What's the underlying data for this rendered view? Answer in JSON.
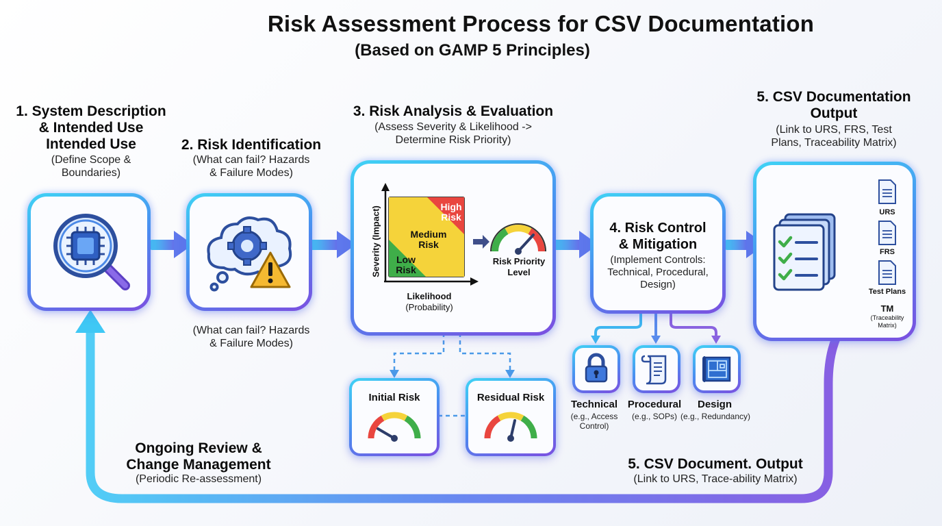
{
  "title": "Risk Assessment Process for CSV Documentation",
  "subtitle": "(Based on GAMP 5 Principles)",
  "steps": {
    "s1": {
      "title_lines": [
        "1. System Description",
        "& Intended Use",
        "Intended Use"
      ],
      "desc_lines": [
        "(Define Scope &",
        "Boundaries)"
      ],
      "icon": "magnifier-chip-icon"
    },
    "s2": {
      "title": "2. Risk Identification",
      "desc_lines": [
        "(What can fail? Hazards",
        "& Failure Modes)"
      ],
      "desc_below_lines": [
        "(What can fail? Hazards",
        "& Failure Modes)"
      ],
      "icon": "thought-gear-warning-icon"
    },
    "s3": {
      "title": "3. Risk Analysis & Evaluation",
      "desc_lines": [
        "(Assess Severity & Likelihood ->",
        "Determine Risk Priority)"
      ],
      "matrix": {
        "y_axis": "Severity (Impact)",
        "x_axis_lines": [
          "Likelihood",
          "(Probability)"
        ],
        "zones": [
          {
            "lines": [
              "High",
              "Risk"
            ],
            "color": "#e9463f"
          },
          {
            "lines": [
              "Medium",
              "Risk"
            ],
            "color": "#f5d33a"
          },
          {
            "lines": [
              "Low",
              "Risk"
            ],
            "color": "#3fae49"
          }
        ]
      },
      "gauge_label_lines": [
        "Risk Priority",
        "Level"
      ]
    },
    "s4": {
      "title_lines": [
        "4. Risk Control",
        "& Mitigation"
      ],
      "desc_lines": [
        "(Implement Controls:",
        "Technical, Procedural,",
        "Design)"
      ],
      "controls": [
        {
          "label": "Technical",
          "desc_lines": [
            "(e.g., Access",
            "Control)"
          ],
          "icon": "padlock-icon"
        },
        {
          "label": "Procedural",
          "desc_lines": [
            "(e.g., SOPs)"
          ],
          "icon": "scroll-icon"
        },
        {
          "label": "Design",
          "desc_lines": [
            "(e.g., Redundancy)"
          ],
          "icon": "blueprint-icon"
        }
      ]
    },
    "s5": {
      "title_lines": [
        "5. CSV Documentation",
        "Output"
      ],
      "desc_lines": [
        "(Link to URS, FRS, Test",
        "Plans, Traceability Matrix)"
      ],
      "docs": [
        {
          "label": "URS",
          "sub": ""
        },
        {
          "label": "FRS",
          "sub": ""
        },
        {
          "label": "Test Plans",
          "sub": ""
        },
        {
          "label": "TM",
          "sub_lines": [
            "(Traceability",
            "Matrix)"
          ]
        }
      ]
    }
  },
  "risk_levels": {
    "initial": "Initial Risk",
    "residual": "Residual Risk"
  },
  "bottom_left": {
    "title_lines": [
      "Ongoing Review &",
      "Change Management"
    ],
    "desc": "(Periodic Re-assessment)"
  },
  "bottom_right": {
    "title": "5. CSV Document. Output",
    "desc": "(Link to URS, Trace-ability Matrix)"
  },
  "colors": {
    "cyan": "#3fd3f5",
    "blue": "#4a8cf0",
    "purple": "#7c4fe0",
    "high": "#e9463f",
    "medium": "#f5d33a",
    "low": "#3fae49"
  }
}
